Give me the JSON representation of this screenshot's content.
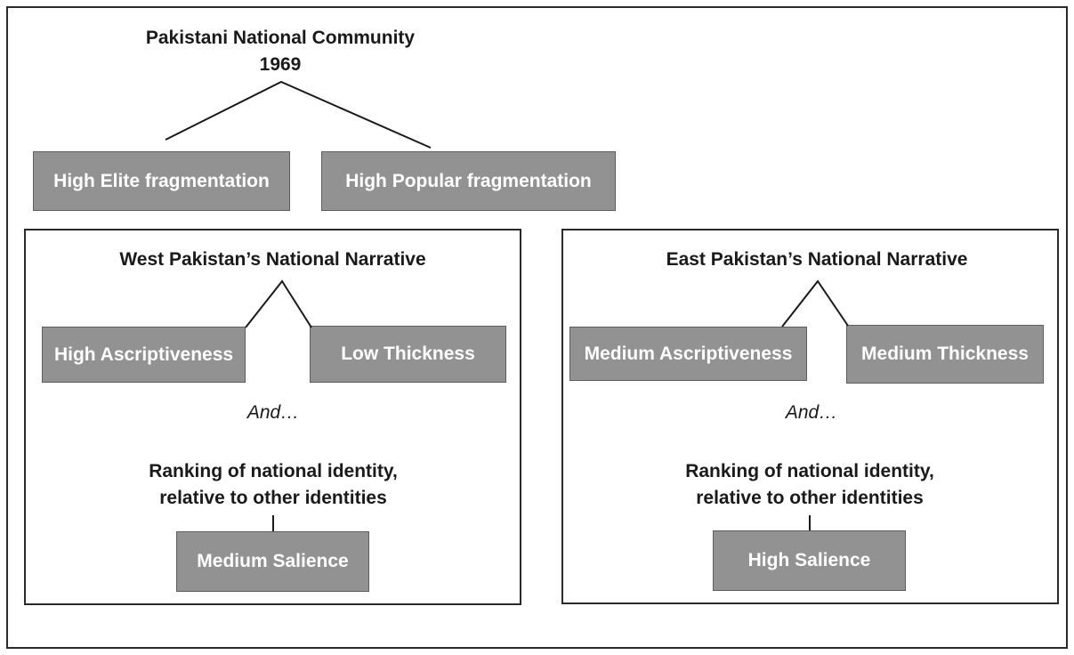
{
  "top": {
    "title_line1": "Pakistani National Community",
    "title_line2": "1969",
    "elite": "High Elite fragmentation",
    "popular": "High Popular fragmentation"
  },
  "west": {
    "title": "West Pakistan’s National Narrative",
    "ascriptiveness": "High Ascriptiveness",
    "thickness": "Low Thickness",
    "and": "And…",
    "ranking_line1": "Ranking of national identity,",
    "ranking_line2": "relative to other identities",
    "salience": "Medium Salience"
  },
  "east": {
    "title": "East Pakistan’s National Narrative",
    "ascriptiveness": "Medium Ascriptiveness",
    "thickness": "Medium Thickness",
    "and": "And…",
    "ranking_line1": "Ranking of national identity,",
    "ranking_line2": "relative to other identities",
    "salience": "High Salience"
  }
}
